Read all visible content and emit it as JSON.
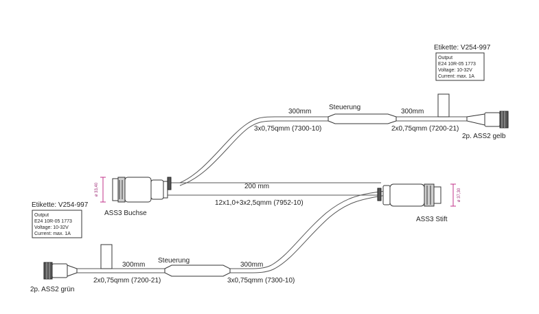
{
  "labels": {
    "etikette_top": "Etikette: V254-997",
    "etikette_left": "Etikette: V254-997",
    "label_lines": [
      "Output",
      "E24 10R-05 1773",
      "Voltage: 10-32V",
      "Current: max. 1A"
    ],
    "len_300_top_left": "300mm",
    "len_300_top_right": "300mm",
    "len_200_mid": "200 mm",
    "len_300_bot_left": "300mm",
    "len_300_bot_right": "300mm",
    "steuerung_top": "Steuerung",
    "steuerung_bot": "Steuerung",
    "wire_3x075_top": "3x0,75qmm (7300-10)",
    "wire_2x075_top": "2x0,75qmm (7200-21)",
    "wire_12x1": "12x1,0+3x2,5qmm (7952-10)",
    "wire_2x075_bot": "2x0,75qmm (7200-21)",
    "wire_3x075_bot": "3x0,75qmm (7300-10)",
    "ass3_buchse": "ASS3 Buchse",
    "ass3_stift": "ASS3 Stift",
    "ass2_gelb": "2p. ASS2 gelb",
    "ass2_gruen": "2p. ASS2 grün",
    "dim_buchse": "ø 33,40",
    "dim_stift": "ø 37,30"
  }
}
